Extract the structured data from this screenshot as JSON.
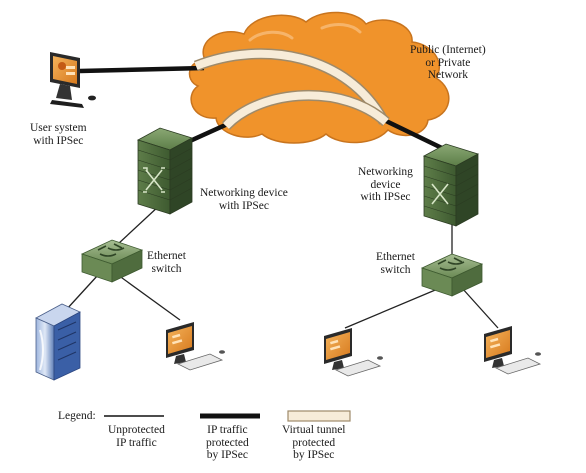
{
  "labels": {
    "network": [
      "Public (Internet)",
      "or Private",
      "Network"
    ],
    "user_system": [
      "User system",
      "with IPSec"
    ],
    "net_device_left": [
      "Networking device",
      "with IPSec"
    ],
    "net_device_right": [
      "Networking",
      "device",
      "with IPSec"
    ],
    "eth_switch_left": [
      "Ethernet",
      "switch"
    ],
    "eth_switch_right": [
      "Ethernet",
      "switch"
    ]
  },
  "legend": {
    "title": "Legend:",
    "items": [
      {
        "text": [
          "Unprotected",
          "IP traffic"
        ],
        "style": "thin-black"
      },
      {
        "text": [
          "IP traffic",
          "protected",
          "by IPSec"
        ],
        "style": "thick-black"
      },
      {
        "text": [
          "Virtual tunnel",
          "protected",
          "by IPSec"
        ],
        "style": "tunnel-beige"
      }
    ]
  },
  "colors": {
    "cloud_fill": "#f0932b",
    "cloud_stroke": "#c8741e",
    "tunnel_fill": "#f7ecd9",
    "tunnel_stroke": "#9e8a6a",
    "device_green": "#4d6b3c",
    "device_dark": "#2b3b22",
    "monitor_orange": "#e89a3c"
  }
}
